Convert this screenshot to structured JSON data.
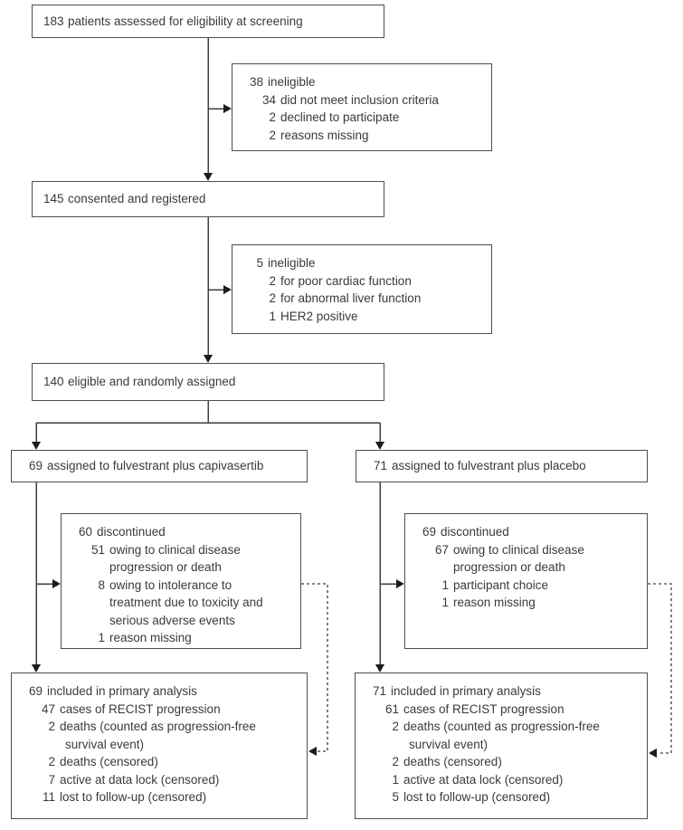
{
  "colors": {
    "line": "#3f3f3f",
    "arrow": "#1c1c1c",
    "box_border": "#4e4e4e",
    "text": "#3a3a3a",
    "background": "#ffffff"
  },
  "flow": {
    "screening": {
      "num": "183",
      "text": "patients assessed for eligibility at screening"
    },
    "consented": {
      "num": "145",
      "text": "consented and registered"
    },
    "randomized": {
      "num": "140",
      "text": "eligible and randomly assigned"
    },
    "left_arm": {
      "num": "69",
      "text": "assigned to fulvestrant plus capivasertib"
    },
    "right_arm": {
      "num": "71",
      "text": "assigned to fulvestrant plus placebo"
    },
    "ineligible_screening": {
      "lines": [
        {
          "n": "38",
          "t": "ineligible",
          "lv": 0
        },
        {
          "n": "34",
          "t": "did not meet inclusion criteria",
          "lv": 1
        },
        {
          "n": "2",
          "t": "declined to participate",
          "lv": 1
        },
        {
          "n": "2",
          "t": "reasons missing",
          "lv": 1
        }
      ]
    },
    "ineligible_registration": {
      "lines": [
        {
          "n": "5",
          "t": "ineligible",
          "lv": 0
        },
        {
          "n": "2",
          "t": "for poor cardiac function",
          "lv": 1
        },
        {
          "n": "2",
          "t": "for abnormal liver function",
          "lv": 1
        },
        {
          "n": "1",
          "t": "HER2 positive",
          "lv": 1
        }
      ]
    },
    "left_discontinued": {
      "lines": [
        {
          "n": "60",
          "t": "discontinued",
          "lv": 0
        },
        {
          "n": "51",
          "t": "owing to clinical disease",
          "lv": 1
        },
        {
          "n": "",
          "t": "progression or death",
          "lv": 2
        },
        {
          "n": "8",
          "t": "owing to intolerance to",
          "lv": 1
        },
        {
          "n": "",
          "t": "treatment due to toxicity and",
          "lv": 2
        },
        {
          "n": "",
          "t": "serious adverse events",
          "lv": 2
        },
        {
          "n": "1",
          "t": "reason missing",
          "lv": 1
        }
      ]
    },
    "right_discontinued": {
      "lines": [
        {
          "n": "69",
          "t": "discontinued",
          "lv": 0
        },
        {
          "n": "67",
          "t": "owing to clinical disease",
          "lv": 1
        },
        {
          "n": "",
          "t": "progression or death",
          "lv": 2
        },
        {
          "n": "1",
          "t": "participant choice",
          "lv": 1
        },
        {
          "n": "1",
          "t": "reason missing",
          "lv": 1
        }
      ]
    },
    "left_analysis": {
      "lines": [
        {
          "n": "69",
          "t": "included in primary analysis",
          "lv": 0
        },
        {
          "n": "47",
          "t": "cases of RECIST progression",
          "lv": 1
        },
        {
          "n": "2",
          "t": "deaths (counted as progression-free",
          "lv": 1
        },
        {
          "n": "",
          "t": "survival event)",
          "lv": 3
        },
        {
          "n": "2",
          "t": "deaths (censored)",
          "lv": 1
        },
        {
          "n": "7",
          "t": "active at data lock (censored)",
          "lv": 1
        },
        {
          "n": "11",
          "t": "lost to follow-up (censored)",
          "lv": 1
        }
      ]
    },
    "right_analysis": {
      "lines": [
        {
          "n": "71",
          "t": "included in primary analysis",
          "lv": 0
        },
        {
          "n": "61",
          "t": "cases of RECIST progression",
          "lv": 1
        },
        {
          "n": "2",
          "t": "deaths (counted as progression-free",
          "lv": 1
        },
        {
          "n": "",
          "t": "survival event)",
          "lv": 3
        },
        {
          "n": "2",
          "t": "deaths (censored)",
          "lv": 1
        },
        {
          "n": "1",
          "t": "active at data lock (censored)",
          "lv": 1
        },
        {
          "n": "5",
          "t": "lost to follow-up (censored)",
          "lv": 1
        }
      ]
    }
  }
}
